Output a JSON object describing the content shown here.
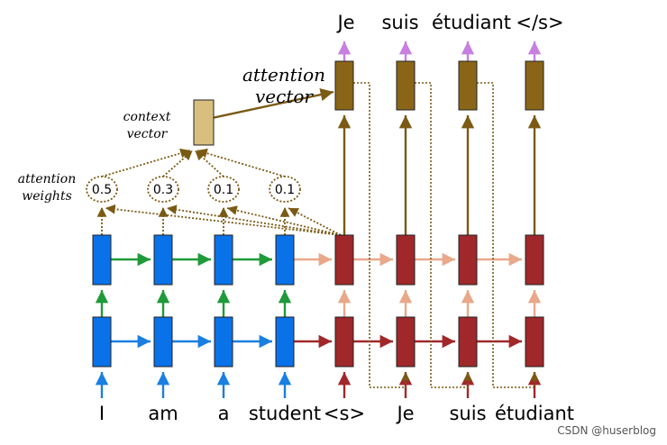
{
  "source_words": [
    "I",
    "am",
    "a",
    "student"
  ],
  "target_input_words": [
    "<s>",
    "Je",
    "suis",
    "étudiant"
  ],
  "output_words": [
    "Je",
    "suis",
    "étudiant",
    "</s>"
  ],
  "attention_weights": [
    "0.5",
    "0.3",
    "0.1",
    "0.1"
  ],
  "labels": {
    "attention_vector_line1": "attention",
    "attention_vector_line2": "vector",
    "context_vector_line1": "context",
    "context_vector_line2": "vector",
    "attention_weights_line1": "attention",
    "attention_weights_line2": "weights"
  },
  "watermark": "CSDN @huserblog",
  "colors": {
    "encoder": "#0a72e8",
    "decoder": "#a0282a",
    "attention_layer": "#8a6518",
    "context": "#d9bf7f",
    "encoder_recurrent": "#1f9a3a",
    "decoder_recurrent": "#e9a88a",
    "output_arrow": "#c77fe0"
  }
}
